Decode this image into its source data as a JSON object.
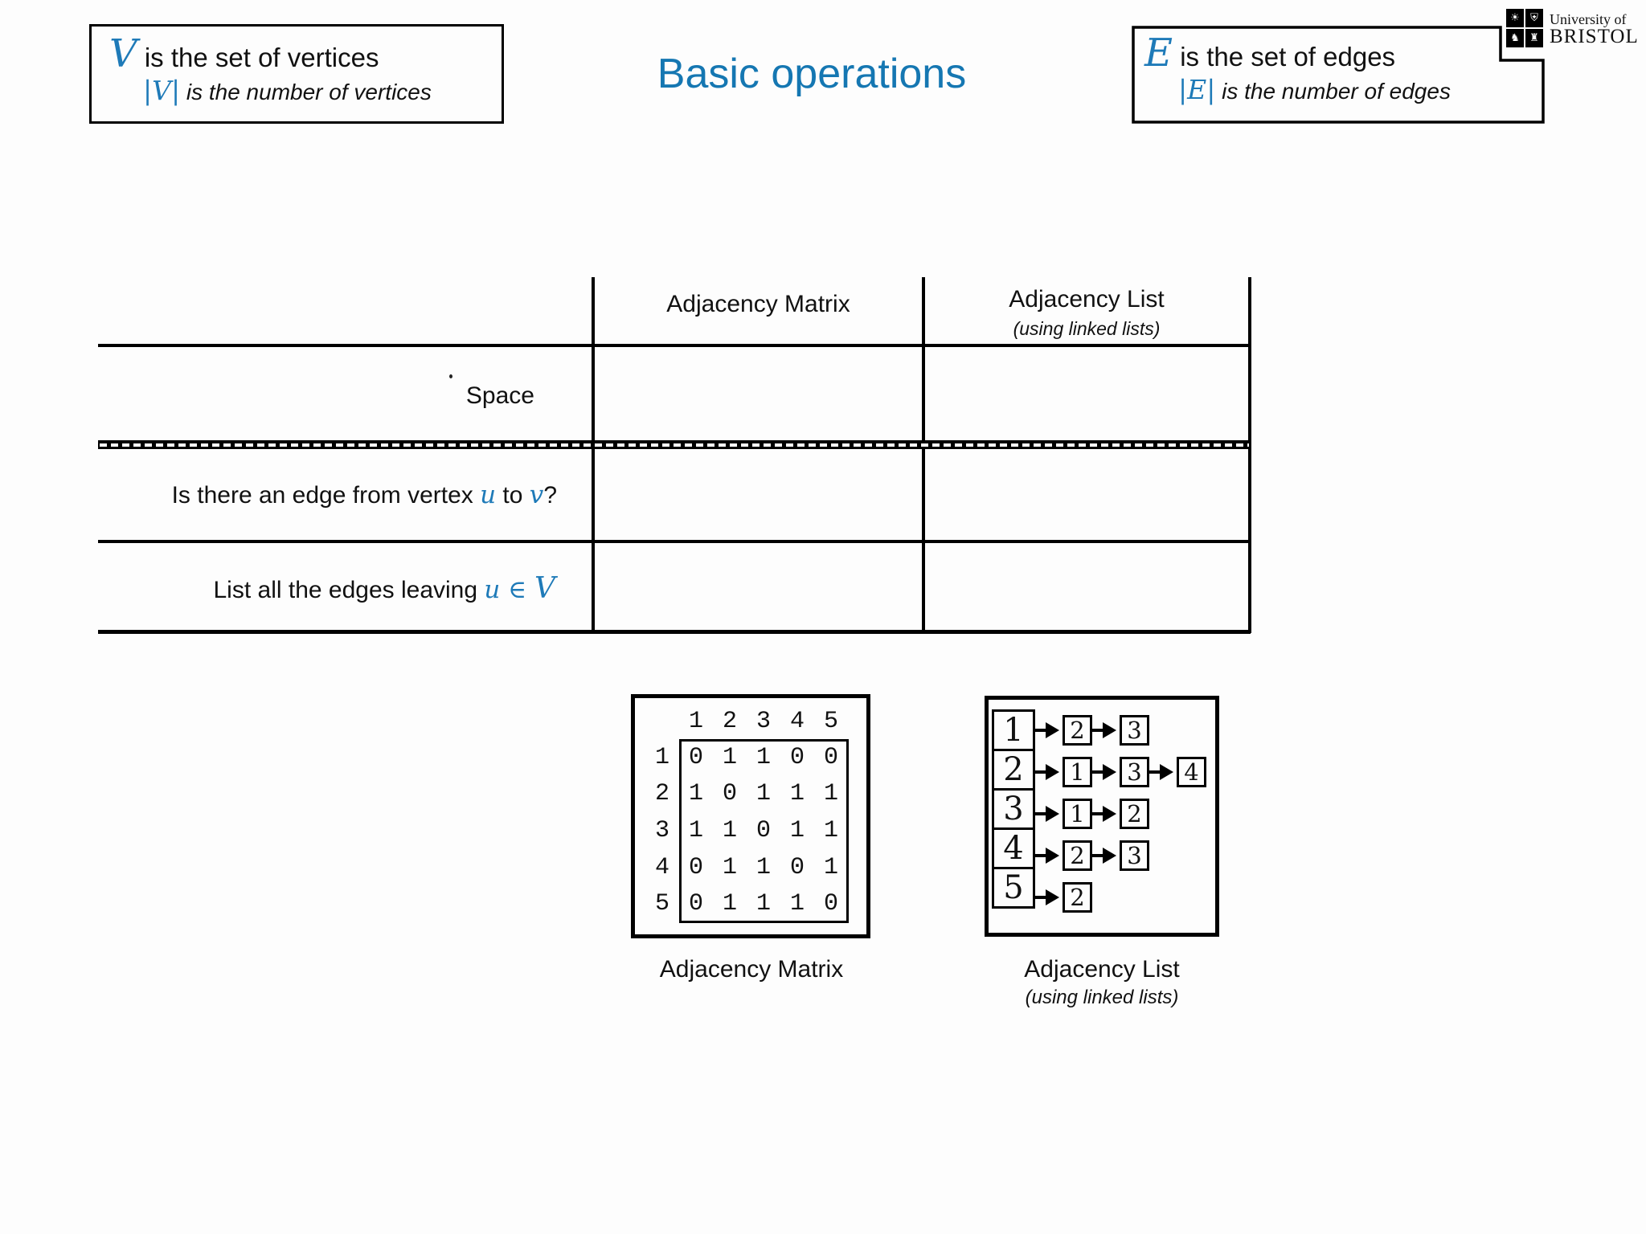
{
  "title": "Basic operations",
  "colors": {
    "accent_blue": "#1577b2",
    "math_blue": "#1e7ab8",
    "line_black": "#000000"
  },
  "vertices_box": {
    "symbol": "V",
    "line1_text": " is the set of vertices",
    "cardinality": "|V|",
    "line2_text": " is the number of vertices"
  },
  "edges_box": {
    "symbol": "E",
    "line1_text": " is the set of edges",
    "cardinality": "|E|",
    "line2_text": " is the number of edges"
  },
  "logo": {
    "line1": "University of",
    "line2": "BRISTOL",
    "crest_glyphs": [
      "sun",
      "ship",
      "horse",
      "castle"
    ]
  },
  "comparison_table": {
    "col2_header": "Adjacency Matrix",
    "col3_header": "Adjacency List",
    "col3_subheader": "(using linked lists)",
    "row1_label": "Space",
    "row2": {
      "pre": "Is there an edge from vertex ",
      "u": "u",
      "mid": " to ",
      "v": "v",
      "post": "?"
    },
    "row3": {
      "pre": "List all the edges leaving ",
      "u": "u",
      "elem": " ∈ ",
      "set": "V"
    }
  },
  "adjacency_matrix": {
    "caption": "Adjacency Matrix",
    "col_headers": [
      "1",
      "2",
      "3",
      "4",
      "5"
    ],
    "rows": [
      {
        "label": "1",
        "values": [
          "0",
          "1",
          "1",
          "0",
          "0"
        ]
      },
      {
        "label": "2",
        "values": [
          "1",
          "0",
          "1",
          "1",
          "1"
        ]
      },
      {
        "label": "3",
        "values": [
          "1",
          "1",
          "0",
          "1",
          "1"
        ]
      },
      {
        "label": "4",
        "values": [
          "0",
          "1",
          "1",
          "0",
          "1"
        ]
      },
      {
        "label": "5",
        "values": [
          "0",
          "1",
          "1",
          "1",
          "0"
        ]
      }
    ]
  },
  "adjacency_list": {
    "caption": "Adjacency List",
    "caption_sub": "(using linked lists)",
    "rows": [
      {
        "head": "1",
        "nodes": [
          "2",
          "3"
        ]
      },
      {
        "head": "2",
        "nodes": [
          "1",
          "3",
          "4"
        ]
      },
      {
        "head": "3",
        "nodes": [
          "1",
          "2"
        ]
      },
      {
        "head": "4",
        "nodes": [
          "2",
          "3"
        ]
      },
      {
        "head": "5",
        "nodes": [
          "2"
        ]
      }
    ]
  }
}
